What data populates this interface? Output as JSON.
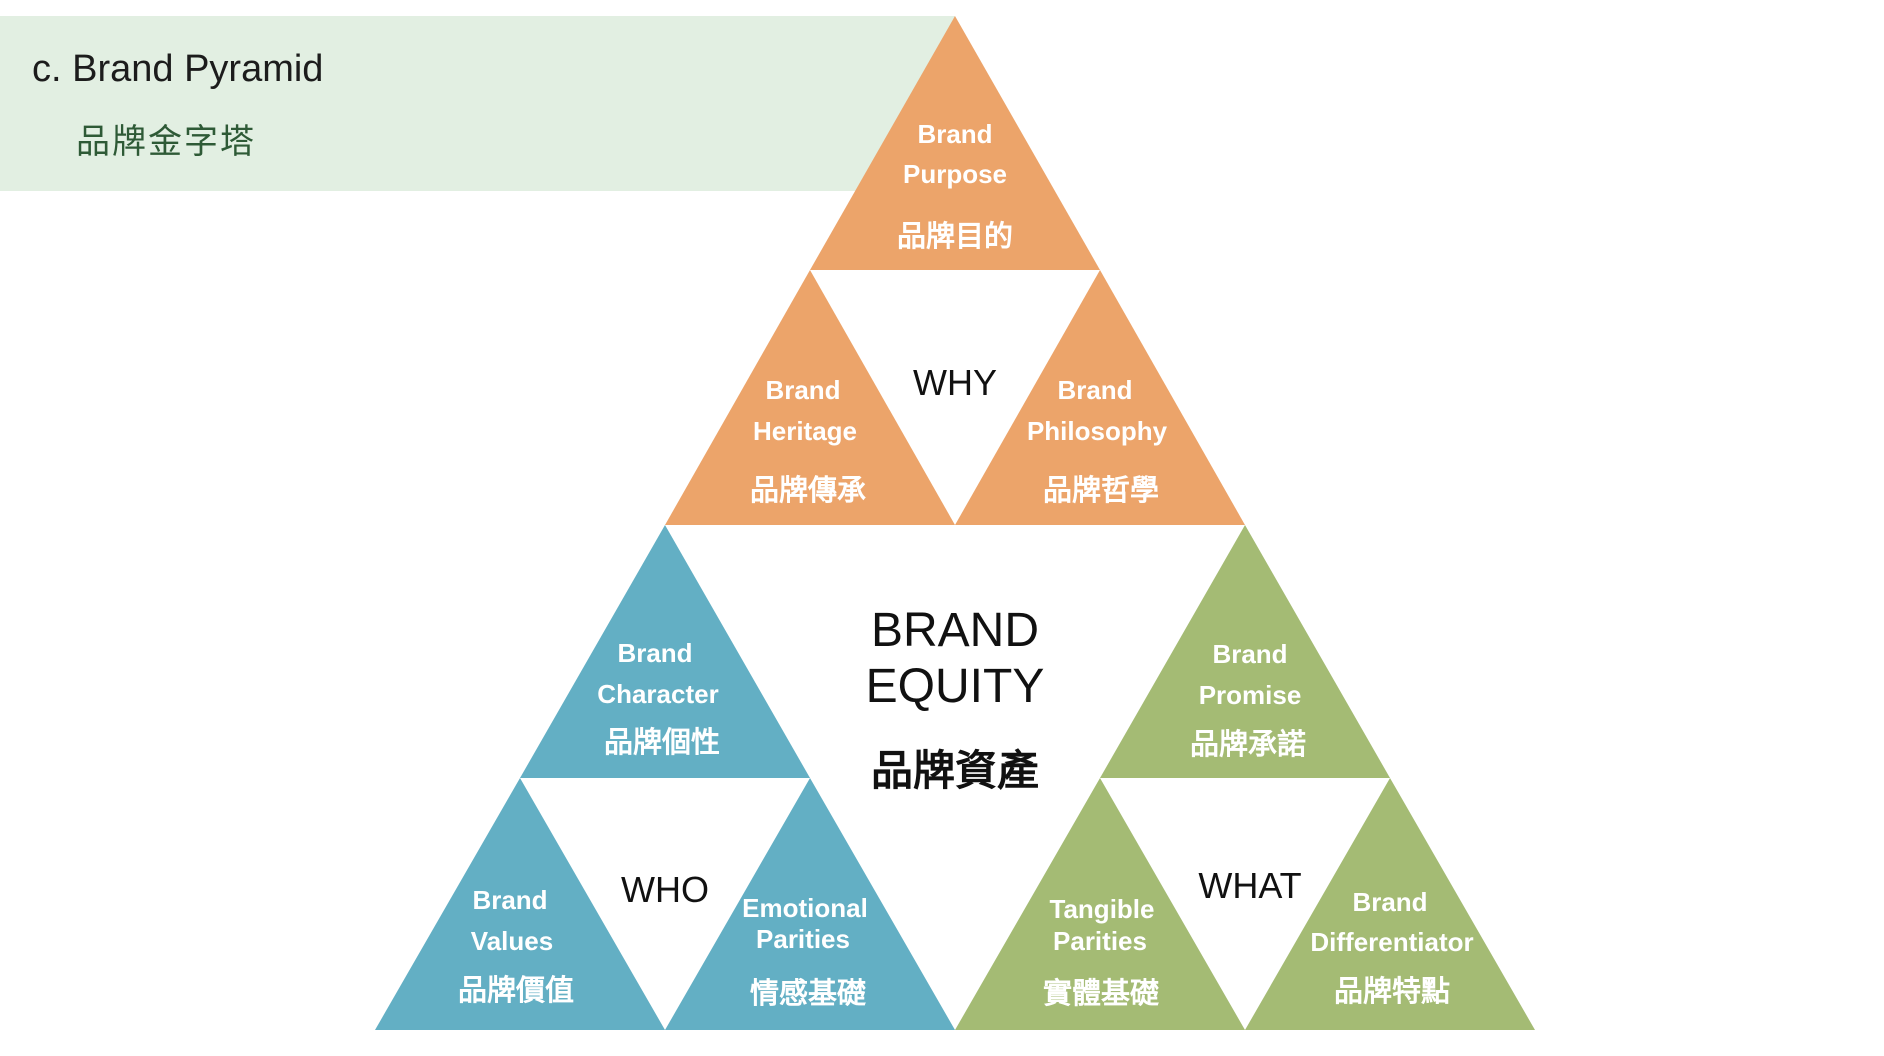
{
  "header": {
    "title_en": "c. Brand Pyramid",
    "title_zh": "品牌金字塔"
  },
  "colors": {
    "orange": "#eca46a",
    "blue": "#63afc4",
    "green": "#a4bb74",
    "header_bg": "#e2efe2"
  },
  "center": {
    "line1": "BRAND",
    "line2": "EQUITY",
    "zh": "品牌資產"
  },
  "why": {
    "label": "WHY",
    "purpose": {
      "en1": "Brand",
      "en2": "Purpose",
      "zh": "品牌目的"
    },
    "heritage": {
      "en1": "Brand",
      "en2": "Heritage",
      "zh": "品牌傳承"
    },
    "philosophy": {
      "en1": "Brand",
      "en2": "Philosophy",
      "zh": "品牌哲學"
    }
  },
  "who": {
    "label": "WHO",
    "character": {
      "en1": "Brand",
      "en2": "Character",
      "zh": "品牌個性"
    },
    "values": {
      "en1": "Brand",
      "en2": "Values",
      "zh": "品牌價值"
    },
    "emotional": {
      "en1": "Emotional",
      "en2": "Parities",
      "zh": "情感基礎"
    }
  },
  "what": {
    "label": "WHAT",
    "promise": {
      "en1": "Brand",
      "en2": "Promise",
      "zh": "品牌承諾"
    },
    "tangible": {
      "en1": "Tangible",
      "en2": "Parities",
      "zh": "實體基礎"
    },
    "differentiator": {
      "en1": "Brand",
      "en2": "Differentiator",
      "zh": "品牌特點"
    }
  }
}
